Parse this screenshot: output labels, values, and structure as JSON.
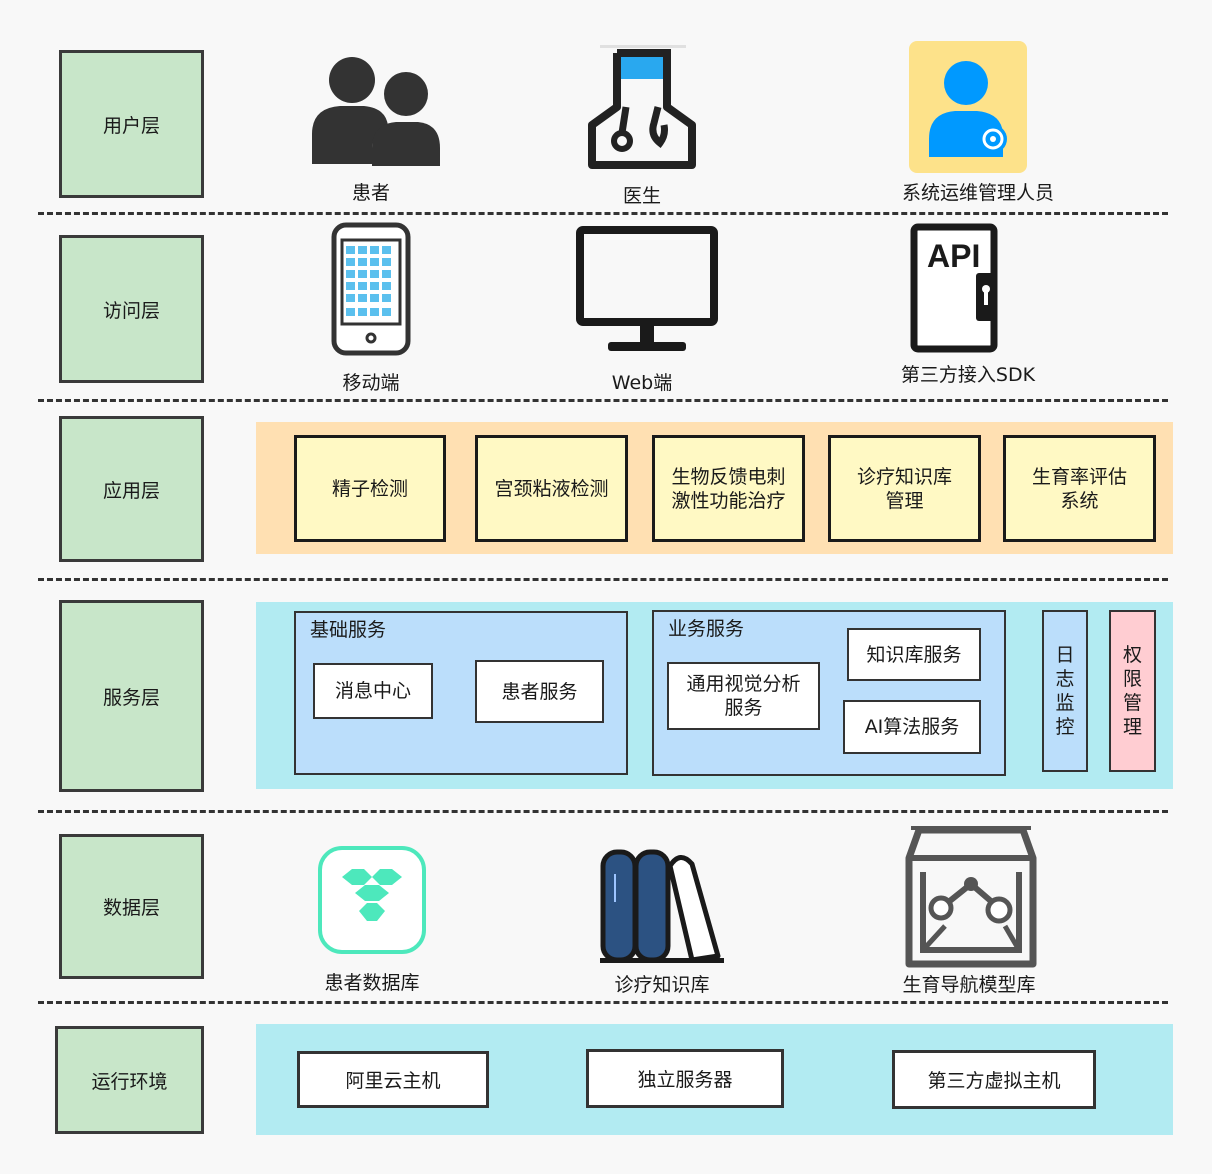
{
  "layers": {
    "user": "用户层",
    "access": "访问层",
    "app": "应用层",
    "service": "服务层",
    "data": "数据层",
    "runtime": "运行环境"
  },
  "user_layer": {
    "patient": "患者",
    "doctor": "医生",
    "admin": "系统运维管理人员"
  },
  "access_layer": {
    "mobile": "移动端",
    "web": "Web端",
    "sdk": "第三方接入SDK",
    "api_text": "API"
  },
  "app_layer": {
    "items": [
      {
        "line1": "精子检测",
        "line2": ""
      },
      {
        "line1": "宫颈粘液检测",
        "line2": ""
      },
      {
        "line1": "生物反馈电刺",
        "line2": "激性功能治疗"
      },
      {
        "line1": "诊疗知识库",
        "line2": "管理"
      },
      {
        "line1": "生育率评估",
        "line2": "系统"
      }
    ]
  },
  "service_layer": {
    "basic": {
      "title": "基础服务",
      "message_center": "消息中心",
      "patient_service": "患者服务"
    },
    "business": {
      "title": "业务服务",
      "vision_line1": "通用视觉分析",
      "vision_line2": "服务",
      "knowledge": "知识库服务",
      "ai": "AI算法服务"
    },
    "log_monitor": [
      "日",
      "志",
      "监",
      "控"
    ],
    "permission": [
      "权",
      "限",
      "管",
      "理"
    ]
  },
  "data_layer": {
    "patient_db": "患者数据库",
    "knowledge_db": "诊疗知识库",
    "model_db": "生育导航模型库"
  },
  "runtime_layer": {
    "aliyun": "阿里云主机",
    "server": "独立服务器",
    "vm": "第三方虚拟主机"
  },
  "colors": {
    "layer_label_bg": "#c8e6c9",
    "app_band": "#ffe0b2",
    "app_box": "#fff9c4",
    "service_band": "#b2ebf2",
    "service_group": "#bbdefb",
    "permission": "#ffcdd2",
    "runtime_band": "#b2ebf2",
    "icon_blue": "#0099ff",
    "icon_mint": "#4de8bc",
    "icon_navy": "#2c5282"
  }
}
